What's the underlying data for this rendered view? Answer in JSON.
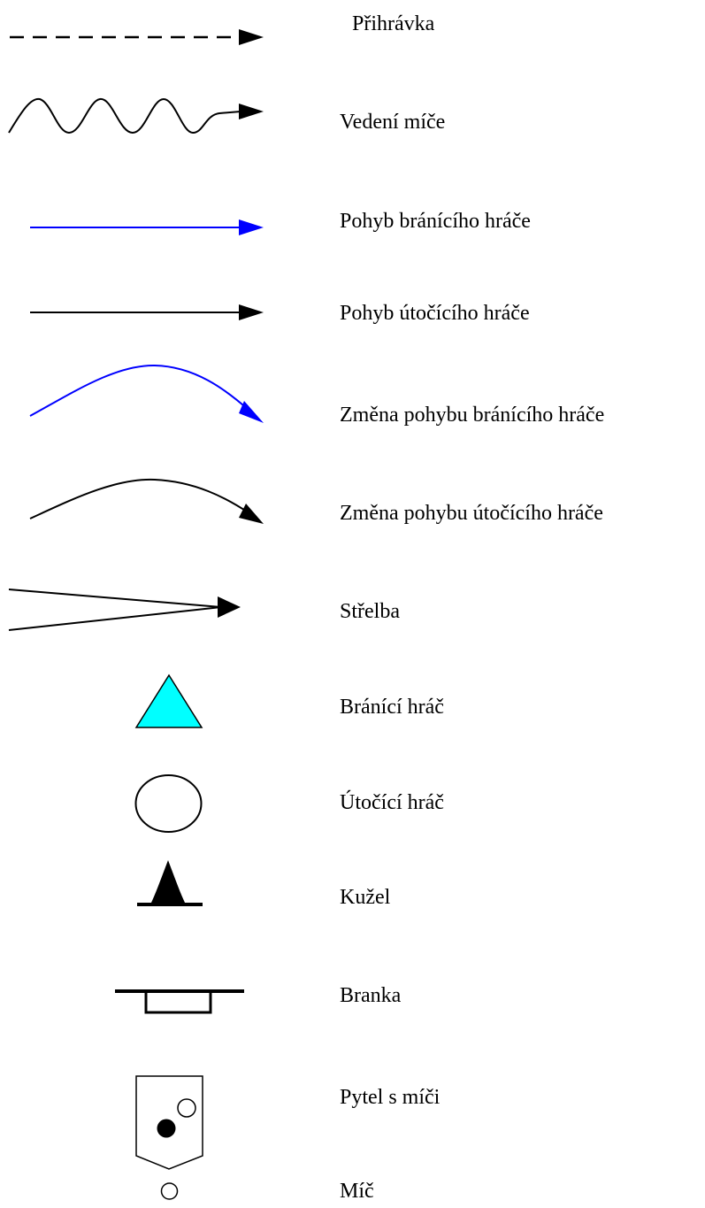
{
  "legend": {
    "items": [
      {
        "symbol": "dashed-arrow",
        "label": "Přihrávka"
      },
      {
        "symbol": "wavy-arrow",
        "label": "Vedení míče"
      },
      {
        "symbol": "blue-straight-arrow",
        "label": "Pohyb bránícího hráče"
      },
      {
        "symbol": "black-straight-arrow",
        "label": "Pohyb útočícího hráče"
      },
      {
        "symbol": "blue-curved-arrow",
        "label": "Změna pohybu bránícího hráče"
      },
      {
        "symbol": "black-curved-arrow",
        "label": "Změna pohybu útočícího hráče"
      },
      {
        "symbol": "shot-arrow",
        "label": "Střelba"
      },
      {
        "symbol": "cyan-triangle",
        "label": "Bránící hráč"
      },
      {
        "symbol": "open-circle",
        "label": "Útočící hráč"
      },
      {
        "symbol": "cone",
        "label": "Kužel"
      },
      {
        "symbol": "goal",
        "label": "Branka"
      },
      {
        "symbol": "ball-bag",
        "label": "Pytel s míči"
      },
      {
        "symbol": "small-circle",
        "label": "Míč"
      }
    ]
  },
  "colors": {
    "defender": "#0000ff",
    "attacker": "#000000",
    "defender_fill": "#00ffff"
  }
}
